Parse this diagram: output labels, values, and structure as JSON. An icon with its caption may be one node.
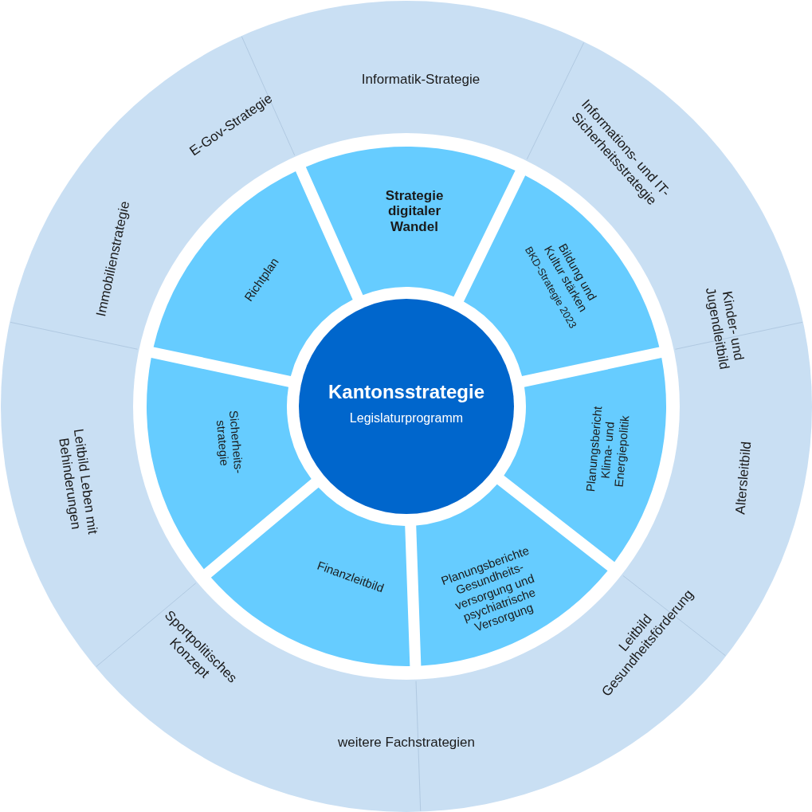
{
  "diagram": {
    "nodes": [
      {
        "text": [
          "Kantonsstrategie",
          "Legislaturprogramm"
        ]
      },
      {
        "text": [
          "Strategie digitaler Wandel"
        ]
      },
      {
        "text": [
          "Bildung und Kultur stärken",
          "BKD-Strategie 2023"
        ]
      },
      {
        "text": [
          "Planungsbericht Klima- und Energiepolitik"
        ]
      },
      {
        "text": [
          "Planungsberichte Gesundheits- versorgung und psychiatrische Versorgung"
        ]
      },
      {
        "text": [
          "Finanzleitbild"
        ]
      },
      {
        "text": [
          "Sicherheits- strategie"
        ]
      },
      {
        "text": [
          "Richtplan"
        ]
      }
    ],
    "labels": [
      "Informatik-Strategie",
      "E-Gov-Strategie",
      "Informations- und IT- Sicherheitsstrategie",
      "Immobilienstrategie",
      "Kinder- und Jugendleitbild",
      "Leitbild Leben mit Behinderungen",
      "Altersleitbild",
      "Leitbild Gesundheitsförderung",
      "Sportpolitisches Konzept",
      "weitere Fachstrategien"
    ]
  }
}
